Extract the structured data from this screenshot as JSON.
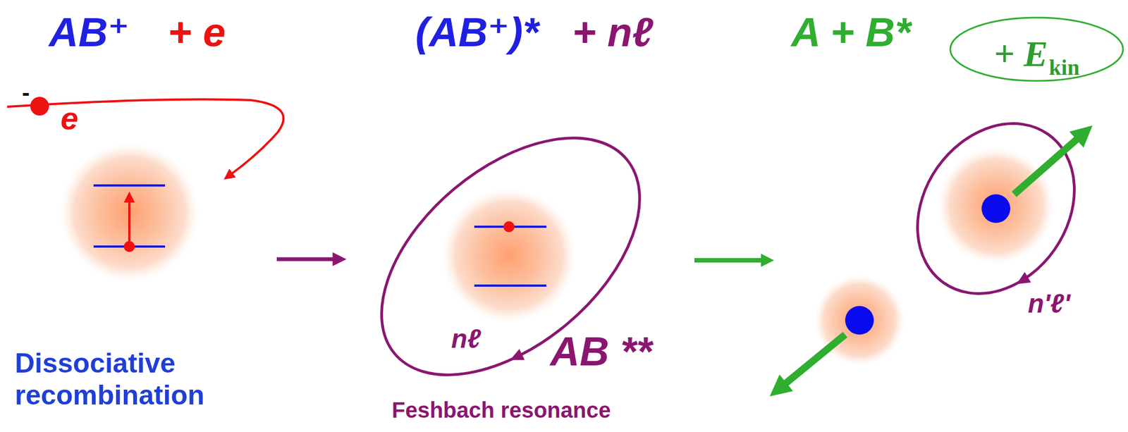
{
  "diagram": {
    "nodes": [
      {
        "text": [
          "+ E",
          "kin"
        ]
      }
    ],
    "labels": [
      "AB⁺",
      "+ e",
      "e",
      "-",
      "Dissociative recombination",
      "(AB⁺)*",
      "+ nℓ",
      "nℓ",
      "AB **",
      "Feshbach resonance",
      "A + B*",
      "n'ℓ'"
    ]
  }
}
